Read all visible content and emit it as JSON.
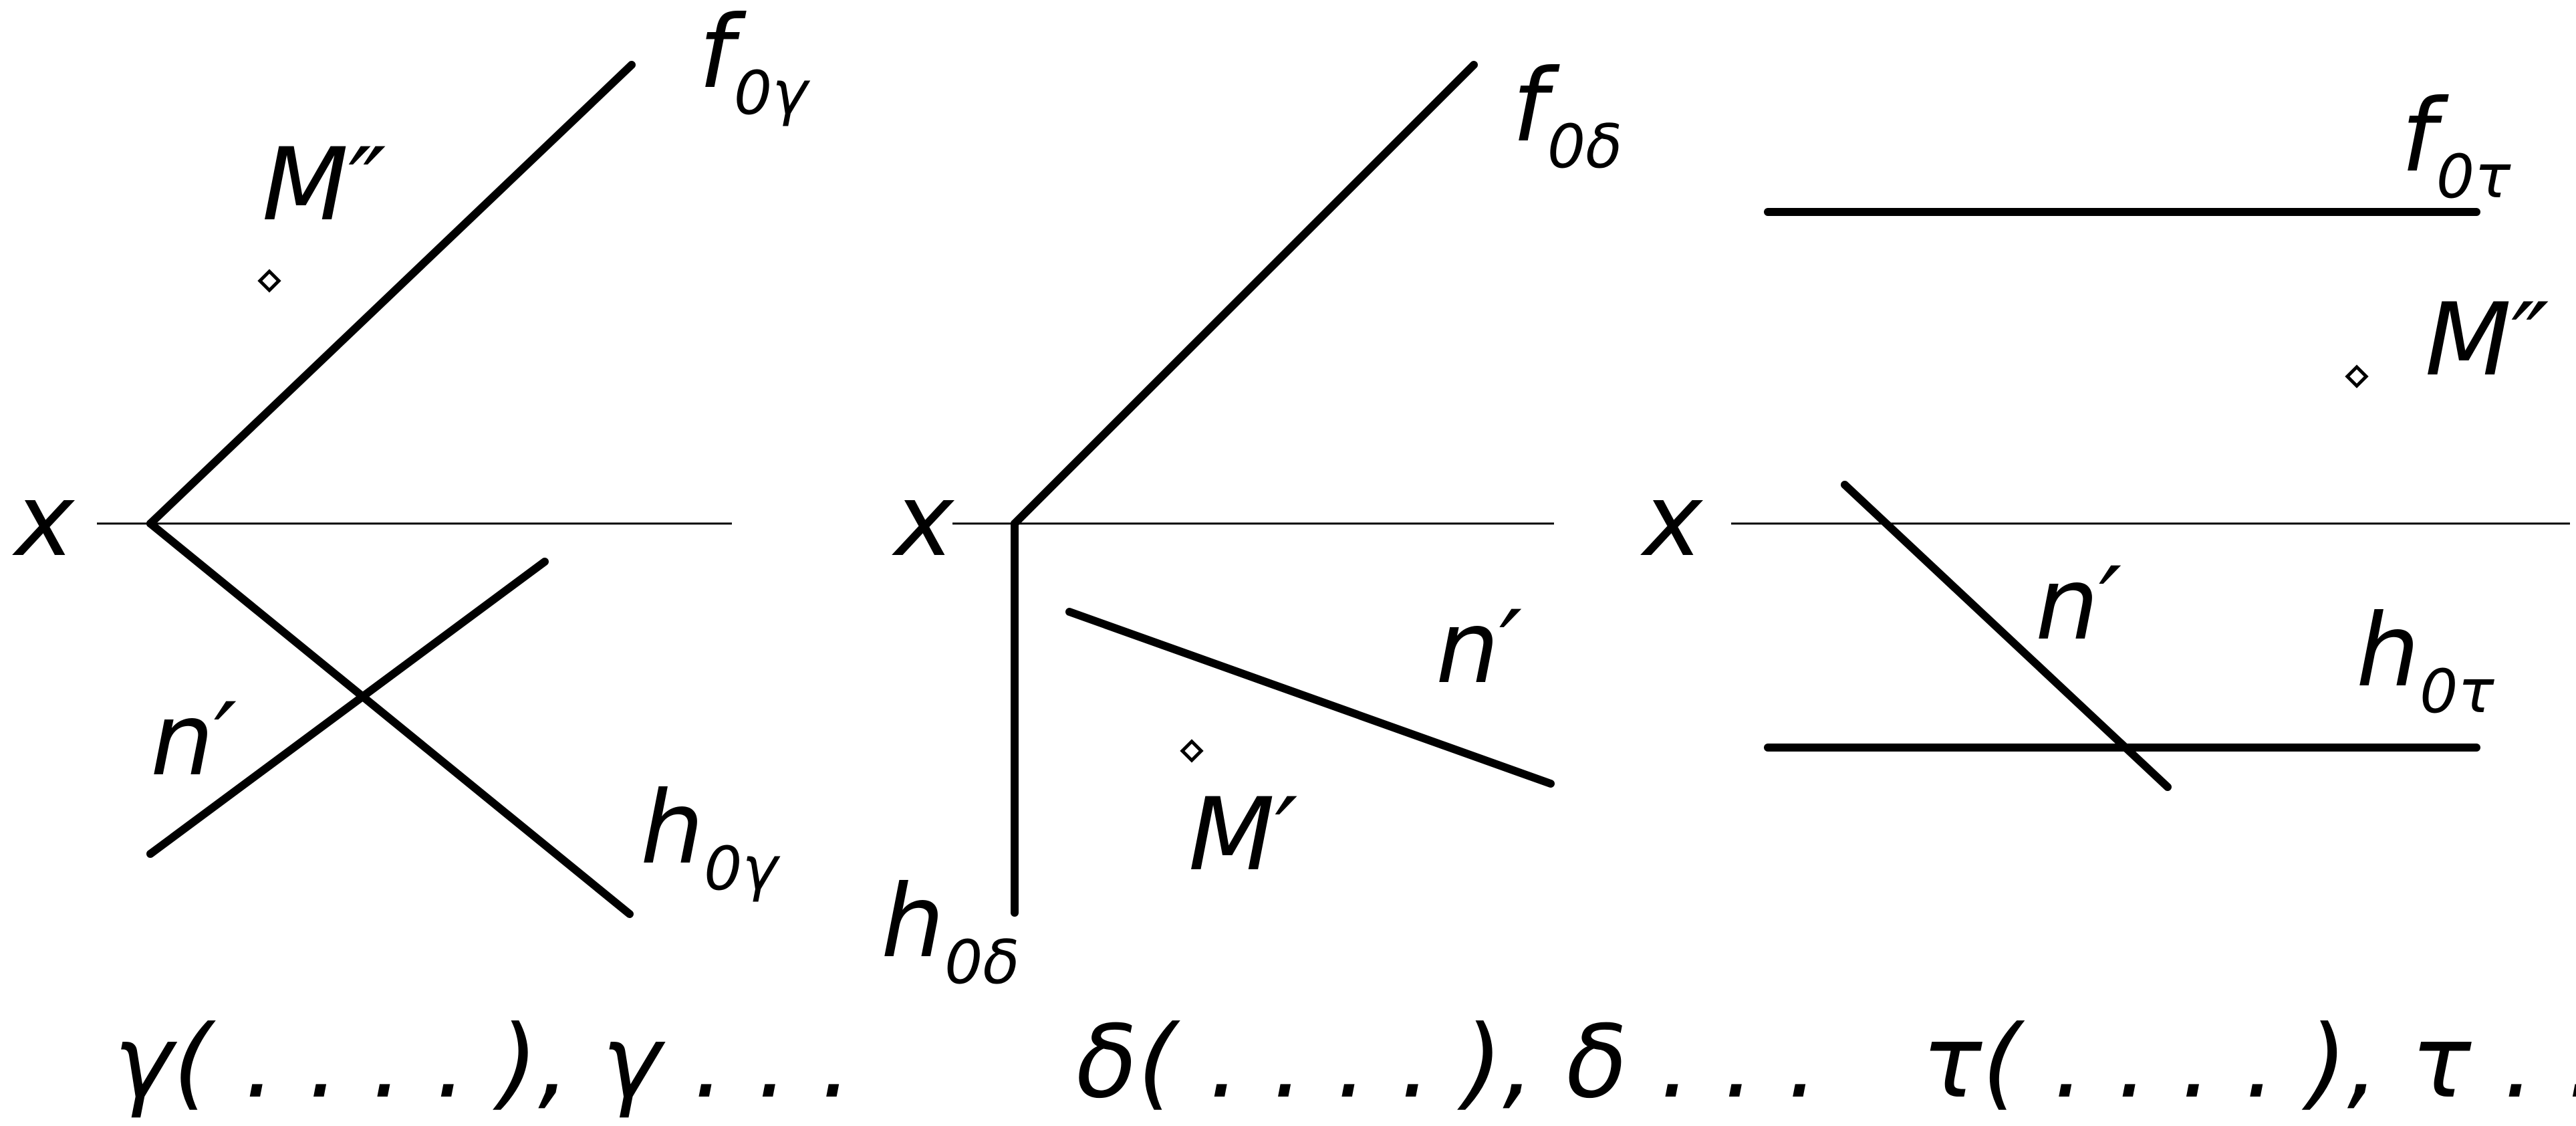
{
  "panels": [
    {
      "name": "gamma",
      "axis_label": "x",
      "f_label": "f",
      "f_sub": "0γ",
      "h_label": "h",
      "h_sub": "0γ",
      "point_label": "M″",
      "line_label": "n′",
      "caption": "γ( . . . . ), γ . . ."
    },
    {
      "name": "delta",
      "axis_label": "x",
      "f_label": "f",
      "f_sub": "0δ",
      "h_label": "h",
      "h_sub": "0δ",
      "point_label": "M′",
      "line_label": "n′",
      "caption": "δ( . . . . ), δ . . ."
    },
    {
      "name": "tau",
      "axis_label": "x",
      "f_label": "f",
      "f_sub": "0τ",
      "h_label": "h",
      "h_sub": "0τ",
      "point_label": "M″",
      "line_label": "n′",
      "caption": "τ( . . . . ), τ . . ."
    }
  ]
}
